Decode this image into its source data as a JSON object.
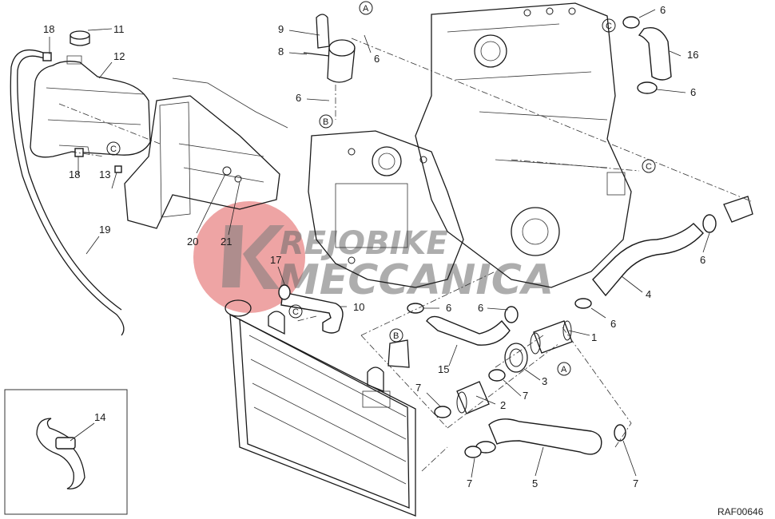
{
  "diagram": {
    "ref_code": "RAF00646",
    "watermark": {
      "line1": "REJOBIKE",
      "line2": "MECCANICA",
      "logo_color": "#e05a5a"
    },
    "callouts": [
      {
        "id": "c11",
        "text": "11"
      },
      {
        "id": "c18a",
        "text": "18"
      },
      {
        "id": "c12",
        "text": "12"
      },
      {
        "id": "c18b",
        "text": "18"
      },
      {
        "id": "c13",
        "text": "13"
      },
      {
        "id": "c19",
        "text": "19"
      },
      {
        "id": "c20",
        "text": "20"
      },
      {
        "id": "c21",
        "text": "21"
      },
      {
        "id": "c9",
        "text": "9"
      },
      {
        "id": "c8",
        "text": "8"
      },
      {
        "id": "c6a",
        "text": "6"
      },
      {
        "id": "c6b",
        "text": "6"
      },
      {
        "id": "c6c",
        "text": "6"
      },
      {
        "id": "c16",
        "text": "16"
      },
      {
        "id": "c6d",
        "text": "6"
      },
      {
        "id": "c6e",
        "text": "6"
      },
      {
        "id": "c4",
        "text": "4"
      },
      {
        "id": "c6f",
        "text": "6"
      },
      {
        "id": "c6g",
        "text": "6"
      },
      {
        "id": "c6h",
        "text": "6"
      },
      {
        "id": "c1",
        "text": "1"
      },
      {
        "id": "c17",
        "text": "17"
      },
      {
        "id": "c10",
        "text": "10"
      },
      {
        "id": "c15",
        "text": "15"
      },
      {
        "id": "c3",
        "text": "3"
      },
      {
        "id": "c7a",
        "text": "7"
      },
      {
        "id": "c7b",
        "text": "7"
      },
      {
        "id": "c2",
        "text": "2"
      },
      {
        "id": "c5",
        "text": "5"
      },
      {
        "id": "c7c",
        "text": "7"
      },
      {
        "id": "c7d",
        "text": "7"
      },
      {
        "id": "c14",
        "text": "14"
      }
    ],
    "connectors": [
      {
        "id": "A1",
        "text": "A"
      },
      {
        "id": "A2",
        "text": "A"
      },
      {
        "id": "B1",
        "text": "B"
      },
      {
        "id": "B2",
        "text": "B"
      },
      {
        "id": "C1",
        "text": "C"
      },
      {
        "id": "C2",
        "text": "C"
      },
      {
        "id": "C3",
        "text": "C"
      },
      {
        "id": "C4",
        "text": "C"
      }
    ]
  }
}
